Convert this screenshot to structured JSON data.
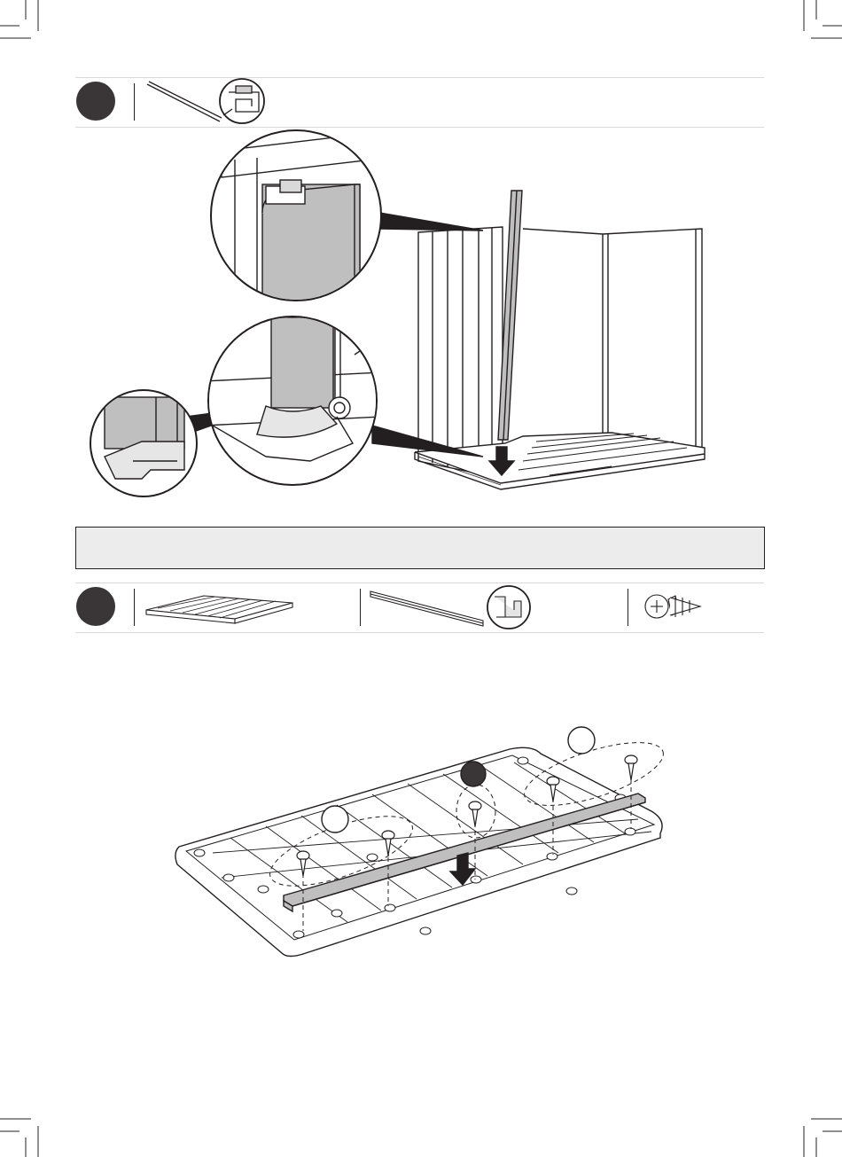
{
  "page": {
    "steps": [
      {
        "id": "step-a",
        "badge": "",
        "parts": [
          "corner-profile"
        ]
      },
      {
        "id": "step-b",
        "badge": "",
        "parts": [
          "floor-panel",
          "u-channel-profile",
          "screw"
        ]
      }
    ],
    "note_box_text": "",
    "callouts": {
      "circle_left": "",
      "circle_right": "",
      "badge_middle": ""
    }
  },
  "colors": {
    "ink": "#231f20",
    "part_grey": "#bfbfbf",
    "badge": "#3a3536",
    "note_bg": "#ececec"
  }
}
